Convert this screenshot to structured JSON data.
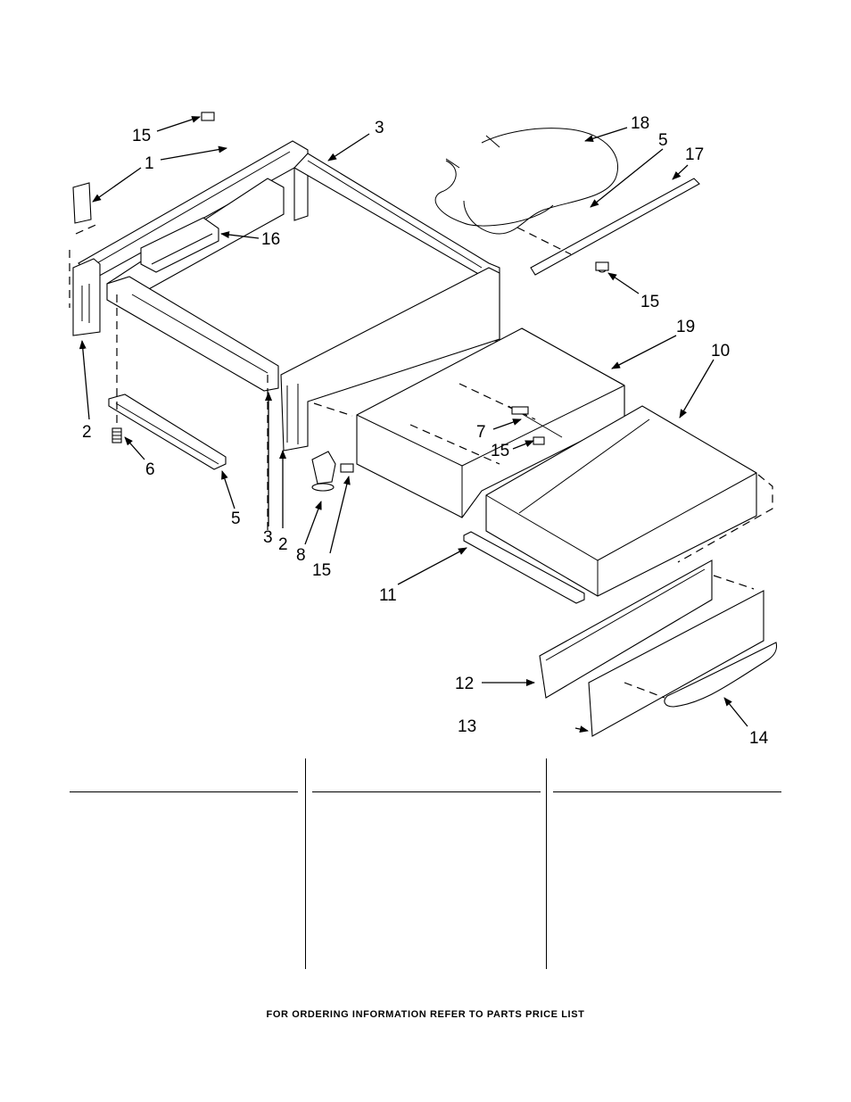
{
  "diagram": {
    "callouts": {
      "c15a": "15",
      "c1": "1",
      "c3a": "3",
      "c18": "18",
      "c5a": "5",
      "c17": "17",
      "c16": "16",
      "c15b": "15",
      "c19": "19",
      "c10": "10",
      "c2a": "2",
      "c6": "6",
      "c7": "7",
      "c15c": "15",
      "c5b": "5",
      "c3b": "3",
      "c2b": "2",
      "c8": "8",
      "c15d": "15",
      "c11": "11",
      "c12": "12",
      "c13": "13",
      "c14": "14"
    }
  },
  "footer": {
    "text": "FOR ORDERING INFORMATION REFER TO PARTS PRICE LIST"
  }
}
